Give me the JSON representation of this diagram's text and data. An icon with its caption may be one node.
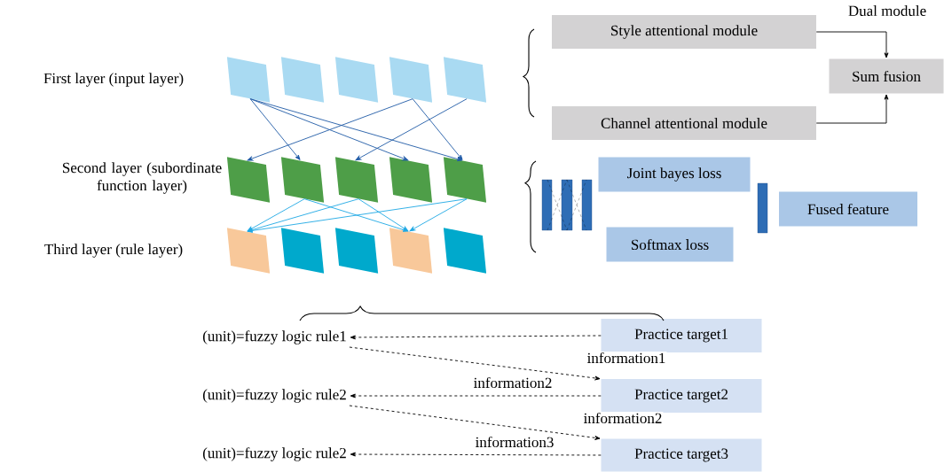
{
  "diagram": {
    "nodes": [
      {
        "text": [],
        "shape": "parallelogram"
      },
      {
        "text": [],
        "shape": "parallelogram"
      },
      {
        "text": [],
        "shape": "parallelogram"
      },
      {
        "text": [],
        "shape": "parallelogram"
      },
      {
        "text": [],
        "shape": "parallelogram"
      },
      {
        "text": [],
        "shape": "parallelogram"
      },
      {
        "text": [],
        "shape": "parallelogram"
      },
      {
        "text": [],
        "shape": "parallelogram"
      },
      {
        "text": [],
        "shape": "parallelogram"
      },
      {
        "text": [],
        "shape": "parallelogram"
      },
      {
        "text": [],
        "shape": "parallelogram"
      },
      {
        "text": [],
        "shape": "parallelogram"
      },
      {
        "text": [],
        "shape": "parallelogram"
      },
      {
        "text": [],
        "shape": "parallelogram"
      },
      {
        "text": [],
        "shape": "parallelogram"
      },
      {
        "text": [
          "Style attentional module"
        ]
      },
      {
        "text": [
          "Channel attentional module"
        ]
      },
      {
        "text": [
          "Sum fusion"
        ]
      },
      {
        "text": [
          "Joint bayes loss"
        ]
      },
      {
        "text": [
          "Softmax loss"
        ]
      },
      {
        "text": [
          "Fused feature"
        ]
      },
      {
        "text": [
          "(unit)=fuzzy logic rule1"
        ]
      },
      {
        "text": [
          "(unit)=fuzzy logic rule2"
        ]
      },
      {
        "text": [
          "(unit)=fuzzy logic rule2"
        ]
      },
      {
        "text": [
          "Practice target1"
        ]
      },
      {
        "text": [
          "Practice target2"
        ]
      },
      {
        "text": [
          "Practice target3"
        ]
      }
    ],
    "edges": [
      {
        "from": 0,
        "to": 6,
        "arrow": "to",
        "color": "#1f5aa6"
      },
      {
        "from": 0,
        "to": 8,
        "arrow": "to",
        "color": "#1f5aa6"
      },
      {
        "from": 0,
        "to": 9,
        "arrow": "to",
        "color": "#1f5aa6"
      },
      {
        "from": 3,
        "to": 5,
        "arrow": "to",
        "color": "#1f5aa6"
      },
      {
        "from": 3,
        "to": 9,
        "arrow": "to",
        "color": "#1f5aa6"
      },
      {
        "from": 4,
        "to": 7,
        "arrow": "to",
        "color": "#1f5aa6"
      },
      {
        "from": 6,
        "to": 10,
        "arrow": "to",
        "color": "#1ea8e4"
      },
      {
        "from": 6,
        "to": 13,
        "arrow": "to",
        "color": "#1ea8e4"
      },
      {
        "from": 7,
        "to": 10,
        "arrow": "to",
        "color": "#1ea8e4"
      },
      {
        "from": 7,
        "to": 13,
        "arrow": "to",
        "color": "#1ea8e4"
      },
      {
        "from": 9,
        "to": 13,
        "arrow": "to",
        "color": "#1ea8e4"
      },
      {
        "from": 9,
        "to": 10,
        "arrow": "to",
        "color": "#1ea8e4"
      },
      {
        "from": 15,
        "to": 17,
        "arrow": "to"
      },
      {
        "from": 16,
        "to": 17,
        "arrow": "to"
      },
      {
        "from": 24,
        "to": 21,
        "arrow": "to",
        "style": "dashed"
      },
      {
        "from": 21,
        "to": 25,
        "arrow": "to",
        "style": "dashed",
        "label": "information1"
      },
      {
        "from": 25,
        "to": 22,
        "arrow": "to",
        "style": "dashed",
        "label": "information2"
      },
      {
        "from": 22,
        "to": 26,
        "arrow": "to",
        "style": "dashed",
        "label": "information2"
      },
      {
        "from": 26,
        "to": 23,
        "arrow": "to",
        "style": "dashed",
        "label": "information3"
      }
    ],
    "labels": [
      "Dual module",
      "First layer (input layer)",
      "Second layer (subordinate function layer)",
      "Third layer (rule layer)"
    ]
  }
}
